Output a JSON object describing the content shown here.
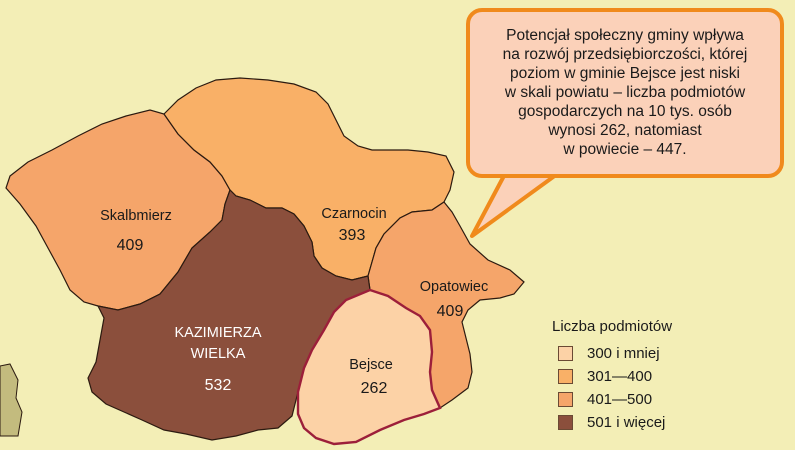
{
  "callout": {
    "lines": [
      "Potencjał społeczny gminy wpływa",
      "na rozwój przedsiębiorczości, której",
      "poziom w gminie Bejsce jest niski",
      "w skali powiatu – liczba podmiotów",
      "gospodarczych na 10 tys. osób",
      "wynosi 262, natomiast",
      "w powiecie – 447."
    ]
  },
  "map": {
    "regions": [
      {
        "id": "skalbmierz",
        "name": "Skalbmierz",
        "value": "409",
        "color": "#f5a56a"
      },
      {
        "id": "czarnocin",
        "name": "Czarnocin",
        "value": "393",
        "color": "#f9b067"
      },
      {
        "id": "opatowiec",
        "name": "Opatowiec",
        "value": "409",
        "color": "#f5a56a"
      },
      {
        "id": "kazimierza",
        "name_lines": [
          "KAZIMIERZA",
          "WIELKA"
        ],
        "value": "532",
        "color": "#8b4f3c"
      },
      {
        "id": "bejsce",
        "name": "Bejsce",
        "value": "262",
        "color": "#fcd2a6"
      }
    ],
    "outside_color": "#c3bb7e",
    "border_color": "#2b1a10",
    "highlight_border": "#9c1f3a"
  },
  "legend": {
    "title": "Liczba podmiotów",
    "items": [
      {
        "label": "300 i mniej",
        "color": "#fcd2a6"
      },
      {
        "label": "301—400",
        "color": "#f9b067"
      },
      {
        "label": "401—500",
        "color": "#f5a56a"
      },
      {
        "label": "501 i więcej",
        "color": "#8b4f3c"
      }
    ]
  }
}
